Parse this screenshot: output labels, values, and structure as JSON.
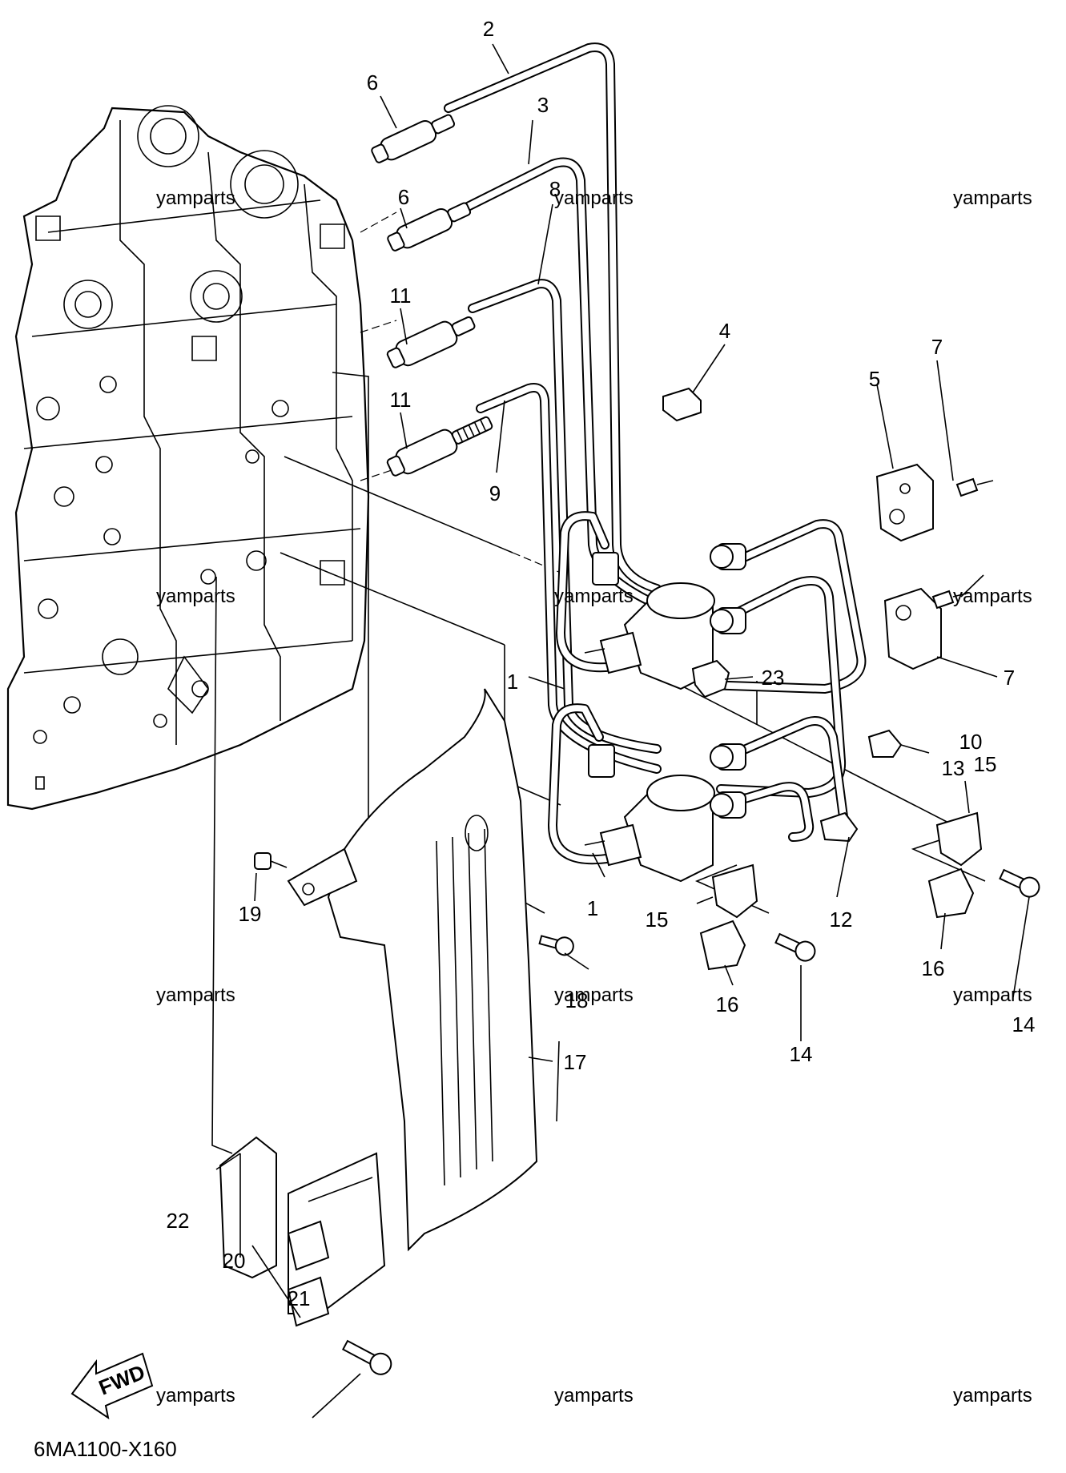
{
  "diagram_code": "6MA1100-X160",
  "fwd_label": "FWD",
  "watermark": "yamparts",
  "part_labels": {
    "p1a": "1",
    "p1b": "1",
    "p2": "2",
    "p3": "3",
    "p4": "4",
    "p5": "5",
    "p6a": "6",
    "p6b": "6",
    "p7a": "7",
    "p7b": "7",
    "p8": "8",
    "p9": "9",
    "p10": "10",
    "p11a": "11",
    "p11b": "11",
    "p12": "12",
    "p13": "13",
    "p14a": "14",
    "p14b": "14",
    "p15a": "15",
    "p15b": "15",
    "p16a": "16",
    "p16b": "16",
    "p17": "17",
    "p18": "18",
    "p19": "19",
    "p20": "20",
    "p21": "21",
    "p22": "22",
    "p23": "23"
  }
}
